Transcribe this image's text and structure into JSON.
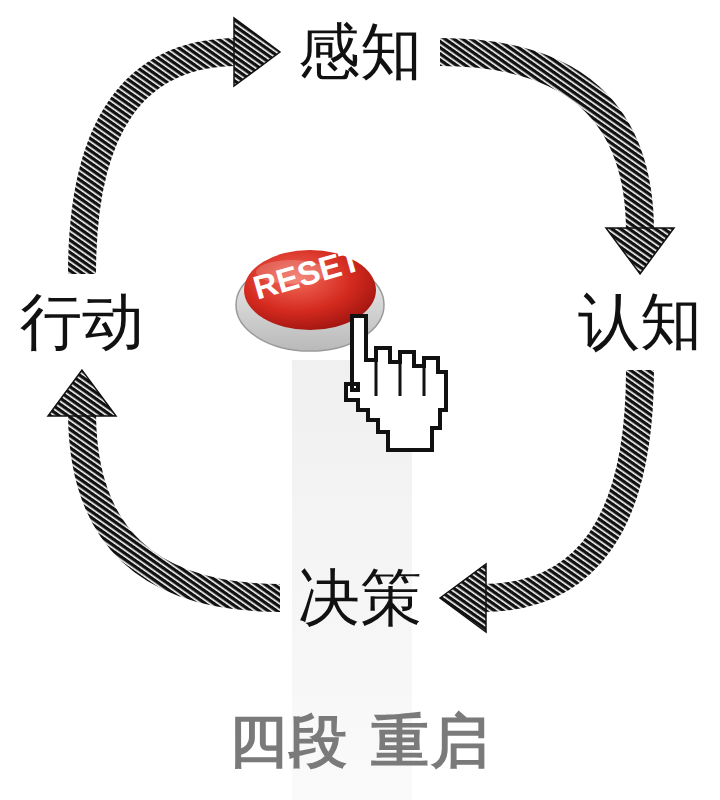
{
  "diagram": {
    "caption": "四段 重启",
    "nodes": [
      {
        "text": [
          "感知"
        ]
      },
      {
        "text": [
          "认知"
        ]
      },
      {
        "text": [
          "决策"
        ]
      },
      {
        "text": [
          "行动"
        ]
      }
    ],
    "edges": [
      {
        "from": 0,
        "to": 1,
        "arrow": "to"
      },
      {
        "from": 1,
        "to": 2,
        "arrow": "to"
      },
      {
        "from": 2,
        "to": 3,
        "arrow": "to"
      },
      {
        "from": 3,
        "to": 0,
        "arrow": "to"
      }
    ],
    "labels": [
      "RESET"
    ]
  }
}
